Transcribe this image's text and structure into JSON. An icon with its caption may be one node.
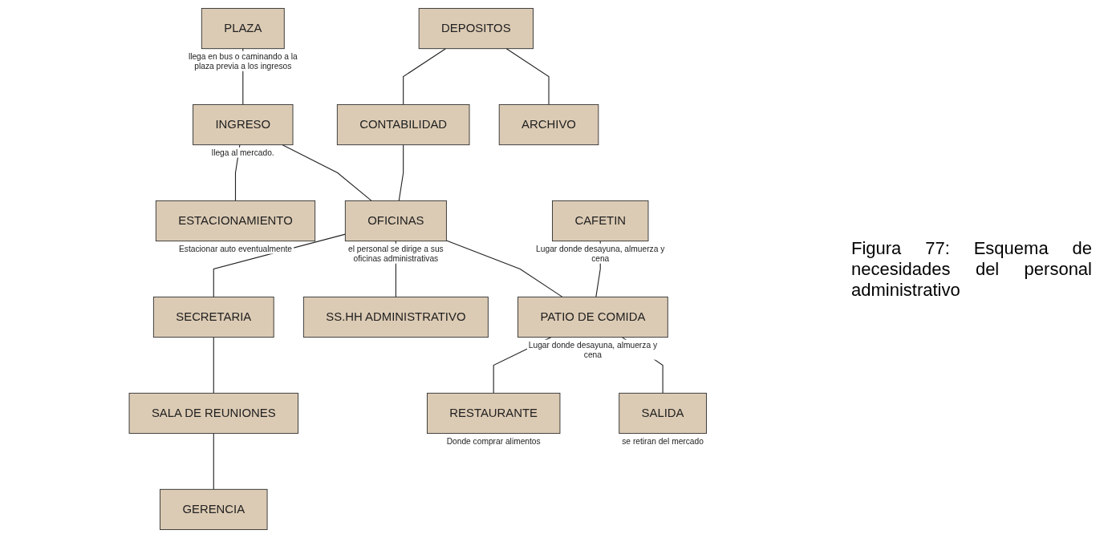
{
  "diagram": {
    "caption": "Figura 77: Esquema de necesidades del personal administrativo",
    "nodes": [
      {
        "text": [
          "PLAZA"
        ],
        "beside": [
          "llega en bus o caminando a la plaza previa a los ingresos"
        ]
      },
      {
        "text": [
          "INGRESO"
        ],
        "beside": [
          "llega al mercado."
        ]
      },
      {
        "text": [
          "ESTACIONAMIENTO"
        ],
        "beside": [
          "Estacionar auto eventualmente"
        ]
      },
      {
        "text": [
          "DEPOSITOS"
        ]
      },
      {
        "text": [
          "CONTABILIDAD"
        ]
      },
      {
        "text": [
          "OFICINAS"
        ],
        "beside": [
          "el personal se dirige a sus oficinas administrativas"
        ]
      },
      {
        "text": [
          "SECRETARIA"
        ]
      },
      {
        "text": [
          "SALA DE REUNIONES"
        ]
      },
      {
        "text": [
          "GERENCIA"
        ]
      },
      {
        "text": [
          "ARCHIVO"
        ]
      },
      {
        "text": [
          "SS.HH ADMINISTRATIVO"
        ]
      },
      {
        "text": [
          "CAFETIN"
        ],
        "beside": [
          "Lugar donde desayuna, almuerza y cena"
        ]
      },
      {
        "text": [
          "PATIO DE COMIDA"
        ],
        "beside": [
          "Lugar donde desayuna, almuerza y cena"
        ]
      },
      {
        "text": [
          "RESTAURANTE"
        ],
        "beside": [
          "Donde comprar alimentos"
        ]
      },
      {
        "text": [
          "SALIDA"
        ],
        "beside": [
          "se retiran del mercado"
        ]
      }
    ],
    "edges": [
      {
        "from": 0,
        "to": 1,
        "arrow": "none"
      },
      {
        "from": 1,
        "to": 2,
        "arrow": "none"
      },
      {
        "from": 1,
        "to": 5,
        "arrow": "none"
      },
      {
        "from": 3,
        "to": 4,
        "arrow": "none"
      },
      {
        "from": 4,
        "to": 5,
        "arrow": "none"
      },
      {
        "from": 5,
        "to": 6,
        "arrow": "none"
      },
      {
        "from": 6,
        "to": 7,
        "arrow": "none"
      },
      {
        "from": 7,
        "to": 8,
        "arrow": "none"
      },
      {
        "from": 3,
        "to": 9,
        "arrow": "none"
      },
      {
        "from": 5,
        "to": 10,
        "arrow": "none"
      },
      {
        "from": 5,
        "to": 12,
        "arrow": "none"
      },
      {
        "from": 11,
        "to": 12,
        "arrow": "none"
      },
      {
        "from": 12,
        "to": 13,
        "arrow": "none"
      },
      {
        "from": 12,
        "to": 14,
        "arrow": "none"
      }
    ]
  }
}
